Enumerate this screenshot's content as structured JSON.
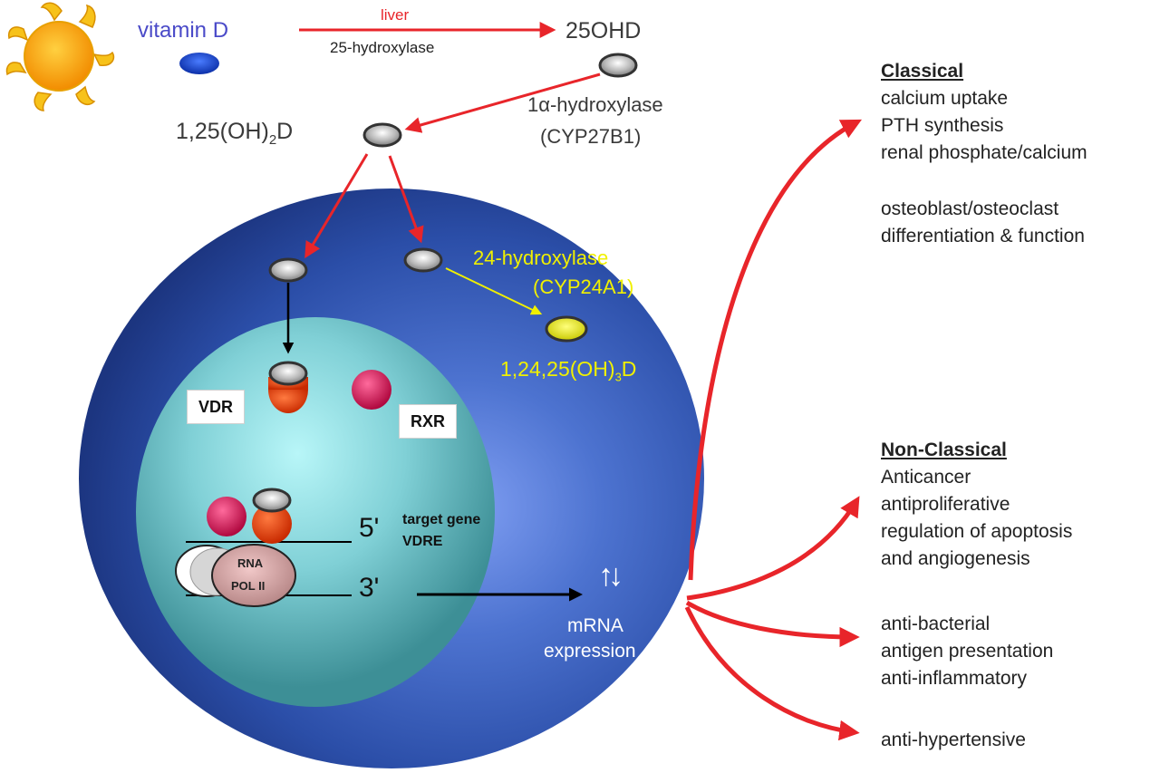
{
  "pathway": {
    "vitamin_d": "vitamin D",
    "liver": "liver",
    "hydroxylase_25": "25-hydroxylase",
    "ohd25": "25OHD",
    "alpha_hydroxylase": "1α-hydroxylase",
    "cyp27b1": "(CYP27B1)",
    "calcitriol_base": "1,25(OH)",
    "calcitriol_sub": "2",
    "calcitriol_tail": "D"
  },
  "cell": {
    "hydroxylase_24": "24-hydroxylase",
    "cyp24a1": "(CYP24A1)",
    "metabolite_base": "1,24,25(OH)",
    "metabolite_sub": "3",
    "metabolite_tail": "D",
    "vdr": "VDR",
    "rxr": "RXR",
    "prime5": "5'",
    "prime3": "3'",
    "target_gene": "target gene",
    "vdre": "VDRE",
    "rna_pol_line1": "RNA",
    "rna_pol_line2": "POL II",
    "updown": "↑↓",
    "mrna": "mRNA",
    "expression": "expression"
  },
  "outcomes": {
    "classical": {
      "heading": "Classical",
      "items": [
        "calcium uptake",
        "PTH synthesis",
        "renal phosphate/calcium",
        "osteoblast/osteoclast",
        "differentiation & function"
      ]
    },
    "non_classical": {
      "heading": "Non-Classical",
      "group1": [
        "Anticancer",
        "antiproliferative",
        "regulation of apoptosis",
        "and angiogenesis"
      ],
      "group2": [
        "anti-bacterial",
        "antigen presentation",
        "anti-inflammatory"
      ],
      "group3": [
        "anti-hypertensive"
      ]
    }
  },
  "colors": {
    "arrow_red": "#e8252a",
    "cell_blue": "#2b4ea8",
    "nucleus_teal": "#7fd3d8",
    "yellow_text": "#f0f000",
    "vitamin_d_text": "#4a4ac8",
    "rxr_magenta": "#d4145a",
    "vdr_orange": "#e84010"
  }
}
